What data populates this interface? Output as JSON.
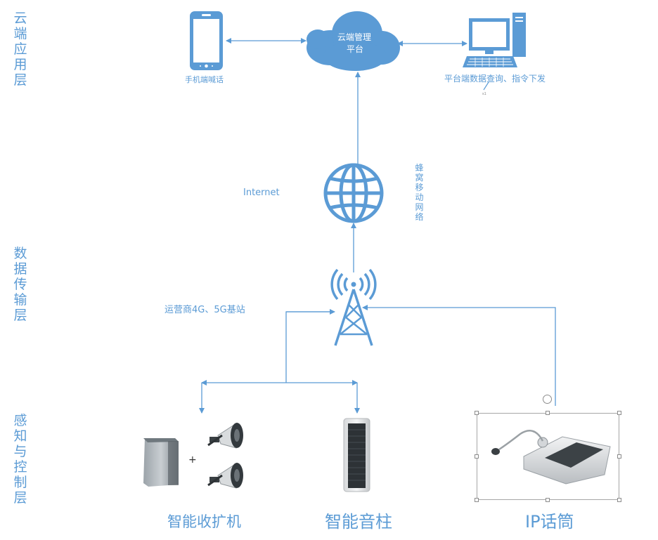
{
  "layers": {
    "cloud": "云端应用层",
    "transport": "数据传输层",
    "sensing": "感知与控制层"
  },
  "nodes": {
    "cloud_platform": {
      "line1": "云端管理",
      "line2": "平台"
    },
    "phone": "手机端喊话",
    "pc": "平台端数据查询、指令下发",
    "internet": "Internet",
    "cellular": "蜂窝移动网络",
    "base_station": "运营商4G、5G基站",
    "amplifier": "智能收扩机",
    "speaker_column": "智能音柱",
    "ip_mic": "IP话筒",
    "plus": "+",
    "small_mark": "s1"
  },
  "colors": {
    "accent": "#5b9bd5",
    "line": "#5b9bd5",
    "cloud": "#5b9bd5",
    "device_dark": "#2c5f97"
  }
}
